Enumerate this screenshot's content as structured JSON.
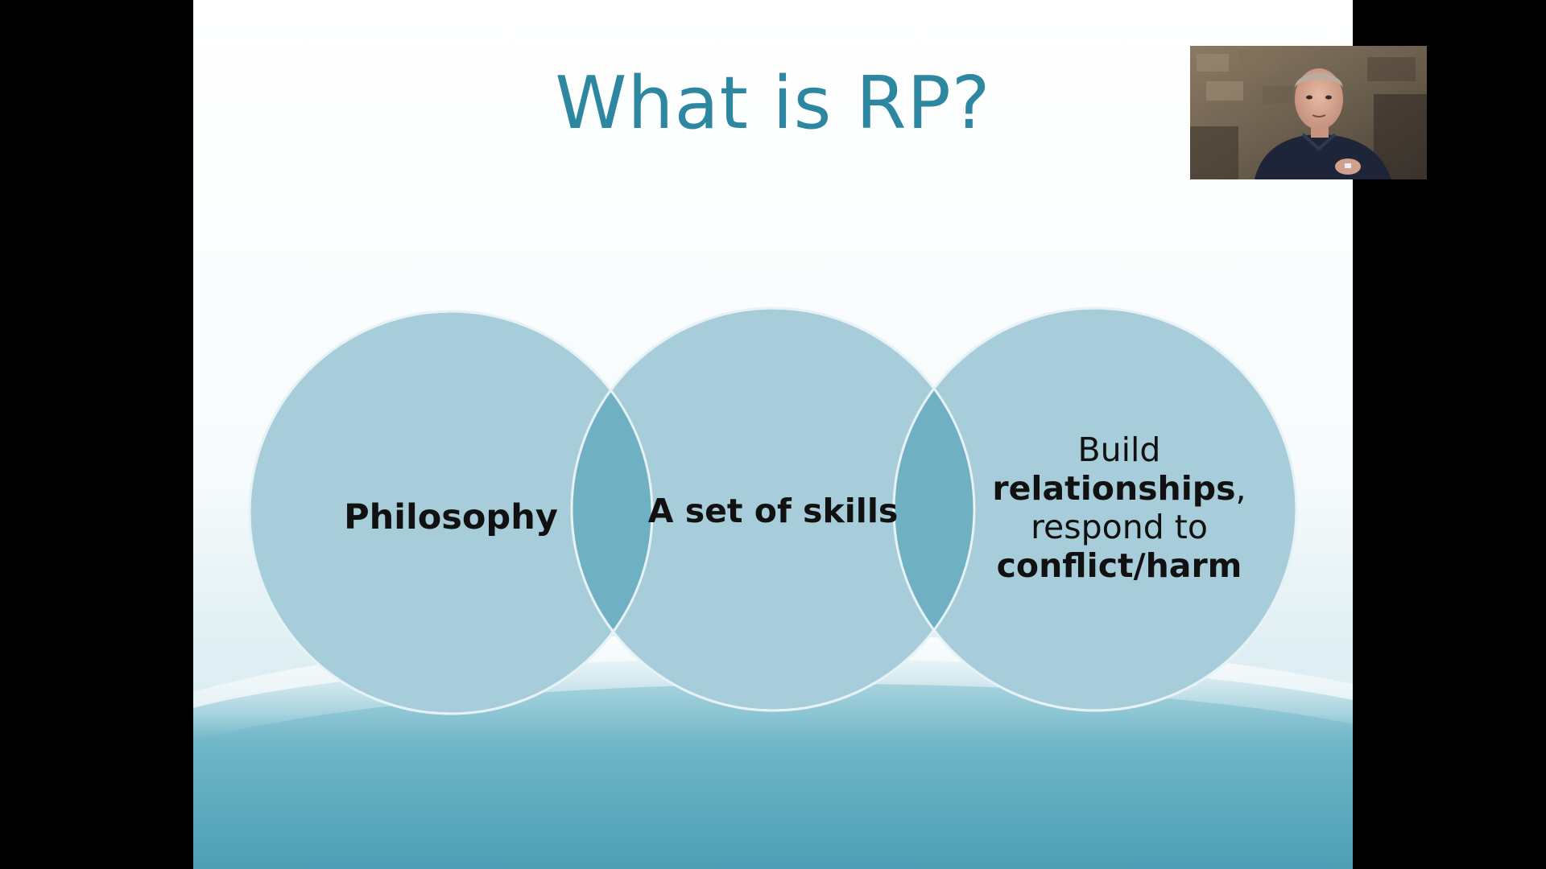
{
  "slide": {
    "title": "What is RP?",
    "circles": [
      {
        "label": "Philosophy"
      },
      {
        "label": "A set of skills"
      },
      {
        "line1": "Build",
        "line2_bold": "relationships",
        "line2_suffix": ",",
        "line3": "respond to",
        "line4_bold": "conflict/harm"
      }
    ]
  },
  "colors": {
    "title": "#2d87a1",
    "circle_fill": "#a6cdd9",
    "overlap_fill": "#6fb0c3",
    "circle_stroke": "#e6f2f5",
    "wave": "#5aaabd",
    "label_text": "#111111",
    "background": "#000000"
  },
  "webcam": {
    "content": "presenter-video"
  }
}
